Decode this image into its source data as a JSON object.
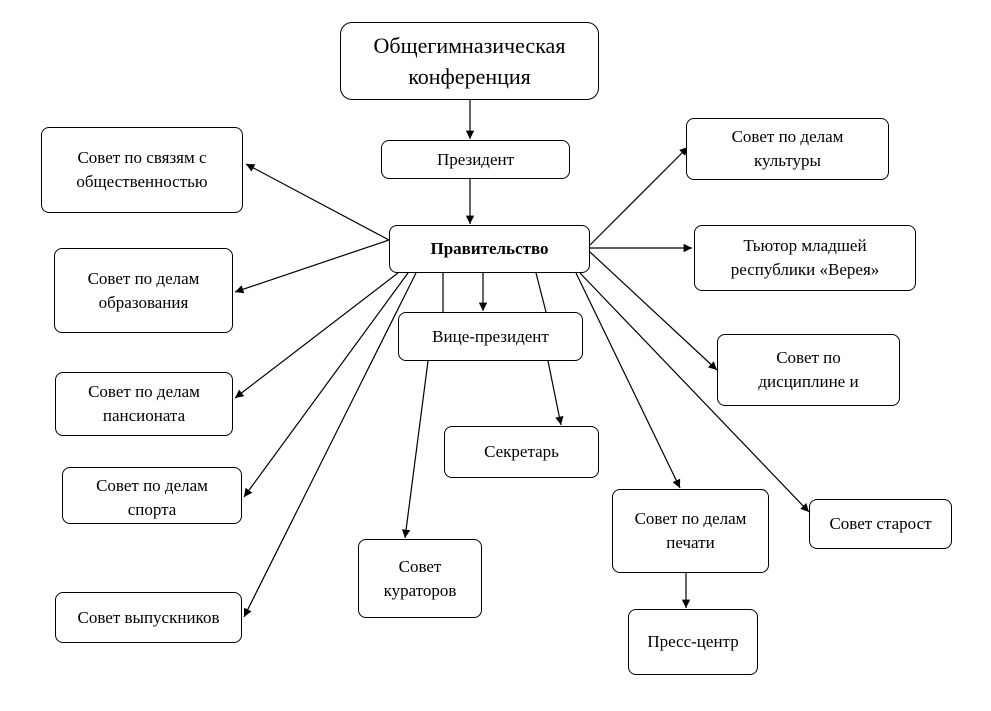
{
  "nodes": {
    "conference": "Общегимназическая\nконференция",
    "president": "Президент",
    "government": "Правительство",
    "vice_president": "Вице-президент",
    "secretary": "Секретарь",
    "curators": "Совет\nкураторов",
    "press": "Совет по делам\nпечати",
    "press_center": "Пресс-центр",
    "elders": "Совет старост",
    "public": "Совет по связям с\nобщественностью",
    "education": "Совет по делам\nобразования",
    "boarding": "Совет по делам\nпансионата",
    "sport": "Совет по делам\nспорта",
    "alumni": "Совет выпускников",
    "culture": "Совет по делам\nкультуры",
    "tutor": "Тьютор младшей\nреспублики «Верея»",
    "discipline": "Совет по\nдисциплине и"
  },
  "colors": {
    "line": "#000000",
    "box_border": "#000000",
    "background": "#ffffff"
  }
}
